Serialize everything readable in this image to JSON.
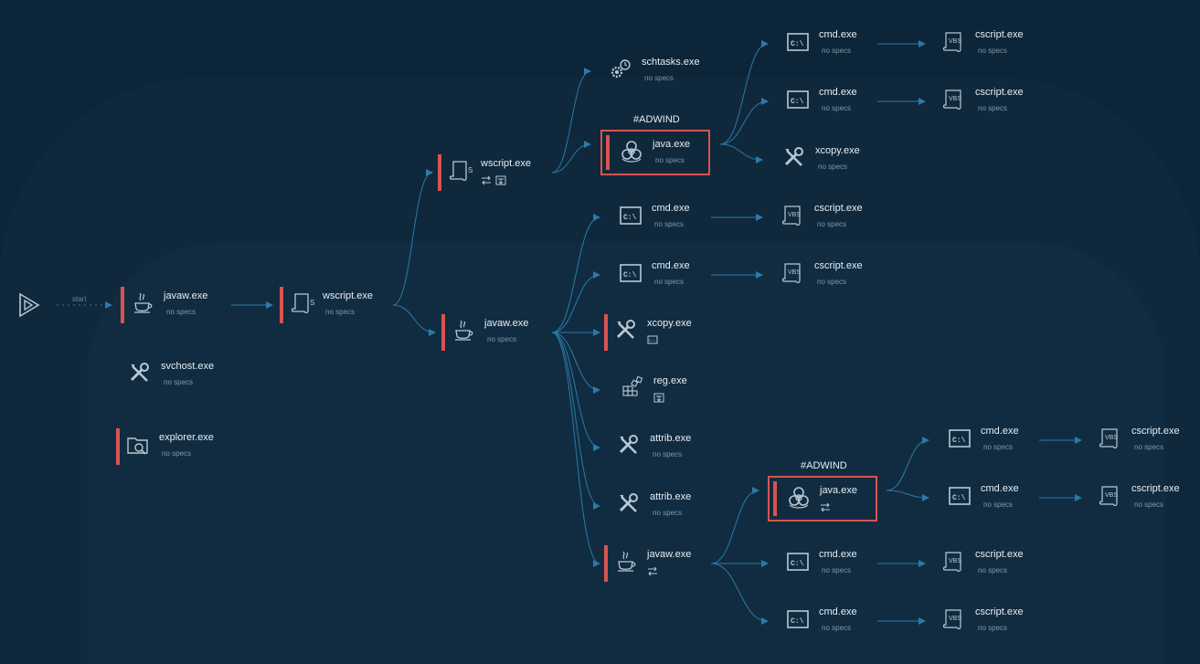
{
  "start_label": "start",
  "malware_tag": "#ADWIND",
  "colors": {
    "background": "#0d2538",
    "edge": "#2b7aa8",
    "malicious": "#d9534f",
    "icon": "#b9c7d2"
  },
  "nodes": [
    {
      "id": "javaw1",
      "name": "javaw.exe",
      "specs": "no specs",
      "icon": "java-icon",
      "flag": true
    },
    {
      "id": "svchost",
      "name": "svchost.exe",
      "specs": "no specs",
      "icon": "tools-icon",
      "flag": false
    },
    {
      "id": "explorer",
      "name": "explorer.exe",
      "specs": "no specs",
      "icon": "folder-search-icon",
      "flag": true
    },
    {
      "id": "wscript1",
      "name": "wscript.exe",
      "specs": "no specs",
      "icon": "script-icon",
      "flag": true
    },
    {
      "id": "wscript2",
      "name": "wscript.exe",
      "specs": "",
      "icon": "script-icon",
      "flag": true,
      "badges": [
        "network-icon",
        "drop-icon"
      ]
    },
    {
      "id": "javaw2",
      "name": "javaw.exe",
      "specs": "no specs",
      "icon": "java-icon",
      "flag": true
    },
    {
      "id": "schtasks",
      "name": "schtasks.exe",
      "specs": "no specs",
      "icon": "gears-icon",
      "flag": false
    },
    {
      "id": "java1",
      "name": "java.exe",
      "specs": "no specs",
      "icon": "biohazard-icon",
      "flag": true,
      "malicious": true
    },
    {
      "id": "cmd_a",
      "name": "cmd.exe",
      "specs": "no specs",
      "icon": "cmd-icon",
      "flag": false
    },
    {
      "id": "cmd_b",
      "name": "cmd.exe",
      "specs": "no specs",
      "icon": "cmd-icon",
      "flag": false
    },
    {
      "id": "xcopy2",
      "name": "xcopy.exe",
      "specs": "",
      "icon": "tools-icon",
      "flag": true,
      "badges": [
        "cmd-badge-icon"
      ]
    },
    {
      "id": "reg",
      "name": "reg.exe",
      "specs": "",
      "icon": "registry-icon",
      "flag": false,
      "badges": [
        "drop-icon"
      ]
    },
    {
      "id": "attrib1",
      "name": "attrib.exe",
      "specs": "no specs",
      "icon": "tools-icon",
      "flag": false
    },
    {
      "id": "attrib2",
      "name": "attrib.exe",
      "specs": "no specs",
      "icon": "tools-icon",
      "flag": false
    },
    {
      "id": "javaw3",
      "name": "javaw.exe",
      "specs": "",
      "icon": "java-icon",
      "flag": true,
      "badges": [
        "network-icon"
      ]
    },
    {
      "id": "cmd_t1",
      "name": "cmd.exe",
      "specs": "no specs",
      "icon": "cmd-icon",
      "flag": false
    },
    {
      "id": "cmd_t2",
      "name": "cmd.exe",
      "specs": "no specs",
      "icon": "cmd-icon",
      "flag": false
    },
    {
      "id": "xcopy1",
      "name": "xcopy.exe",
      "specs": "no specs",
      "icon": "tools-icon",
      "flag": false
    },
    {
      "id": "cs_a",
      "name": "cscript.exe",
      "specs": "no specs",
      "icon": "vbs-icon",
      "flag": false
    },
    {
      "id": "cs_b",
      "name": "cscript.exe",
      "specs": "no specs",
      "icon": "vbs-icon",
      "flag": false
    },
    {
      "id": "cs_t1",
      "name": "cscript.exe",
      "specs": "no specs",
      "icon": "vbs-icon",
      "flag": false
    },
    {
      "id": "cs_t2",
      "name": "cscript.exe",
      "specs": "no specs",
      "icon": "vbs-icon",
      "flag": false
    },
    {
      "id": "java2",
      "name": "java.exe",
      "specs": "",
      "icon": "biohazard-icon",
      "flag": true,
      "malicious": true,
      "badges": [
        "network-icon"
      ]
    },
    {
      "id": "cmd_c",
      "name": "cmd.exe",
      "specs": "no specs",
      "icon": "cmd-icon",
      "flag": false
    },
    {
      "id": "cmd_d",
      "name": "cmd.exe",
      "specs": "no specs",
      "icon": "cmd-icon",
      "flag": false
    },
    {
      "id": "cmd_u1",
      "name": "cmd.exe",
      "specs": "no specs",
      "icon": "cmd-icon",
      "flag": false
    },
    {
      "id": "cmd_u2",
      "name": "cmd.exe",
      "specs": "no specs",
      "icon": "cmd-icon",
      "flag": false
    },
    {
      "id": "cs_u1",
      "name": "cscript.exe",
      "specs": "no specs",
      "icon": "vbs-icon",
      "flag": false
    },
    {
      "id": "cs_u2",
      "name": "cscript.exe",
      "specs": "no specs",
      "icon": "vbs-icon",
      "flag": false
    },
    {
      "id": "cs_c",
      "name": "cscript.exe",
      "specs": "no specs",
      "icon": "vbs-icon",
      "flag": false
    },
    {
      "id": "cs_d",
      "name": "cscript.exe",
      "specs": "no specs",
      "icon": "vbs-icon",
      "flag": false
    }
  ]
}
